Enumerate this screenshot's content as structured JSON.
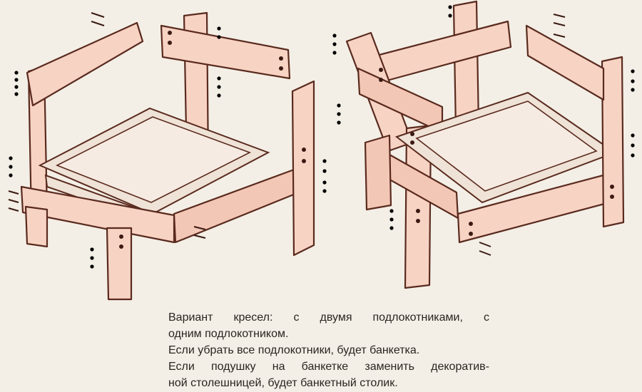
{
  "caption": {
    "line1_words": [
      "Вариант",
      "кресел:",
      "с",
      "двумя",
      "подлокотниками,",
      "с"
    ],
    "line2": "одним подлокотником.",
    "line3": "Если убрать все подлокотники, будет банкетка.",
    "line4_words": [
      "Если",
      "подушку",
      "на",
      "банкетке",
      "заменить",
      "декоратив-"
    ],
    "line5": "ной столешницей, будет банкетный столик."
  },
  "figures": [
    {
      "name": "armchair-two-armrests"
    },
    {
      "name": "armchair-one-armrest"
    }
  ]
}
